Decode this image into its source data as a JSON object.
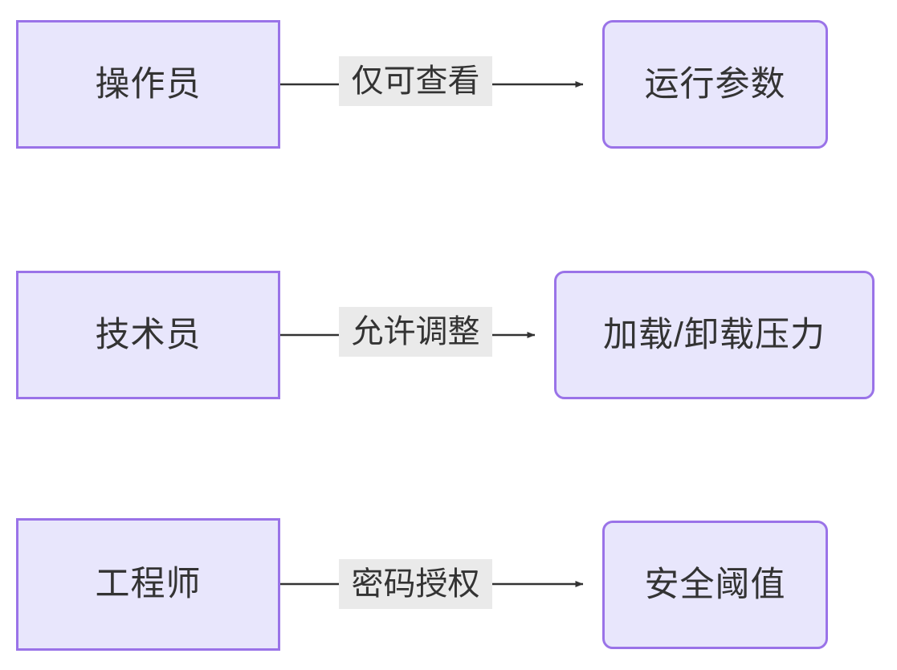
{
  "diagram": {
    "type": "flowchart",
    "direction": "left-to-right",
    "background_color": "#ffffff",
    "node_fill_color": "#e8e6fc",
    "node_border_color": "#9a73e8",
    "node_text_color": "#333333",
    "edge_color": "#333333",
    "edge_label_background": "#eaeaea",
    "rows": [
      {
        "source": "操作员",
        "edge_label": "仅可查看",
        "target": "运行参数"
      },
      {
        "source": "技术员",
        "edge_label": "允许调整",
        "target": "加载/卸载压力"
      },
      {
        "source": "工程师",
        "edge_label": "密码授权",
        "target": "安全阈值"
      }
    ]
  }
}
